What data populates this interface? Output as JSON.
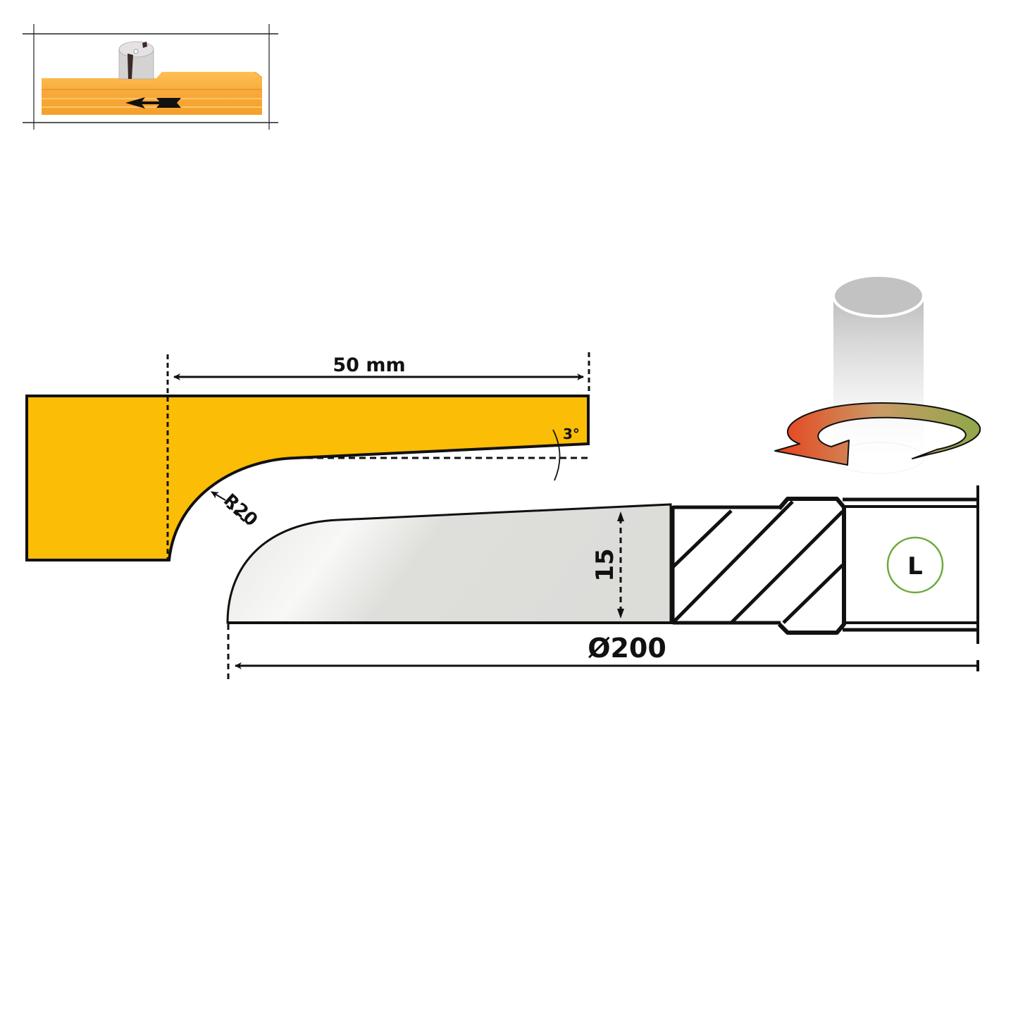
{
  "thumbnail": {
    "description": "router cutter on orange workpiece with feed-direction arrow",
    "colors": {
      "wood": "#f5a623",
      "wood_light": "#ffb84a",
      "cutter": "#d9d6d6",
      "arrow": "#111111"
    }
  },
  "profile": {
    "width_label": "50 mm",
    "angle_label": "3°",
    "radius_label": "R20",
    "fill_color": "#fbbd06"
  },
  "cutter": {
    "height_label": "15",
    "diameter_label": "Ø200",
    "rotation_label": "L",
    "blade_color": "#e4e4e2",
    "rotation_circle_color": "#6aaa3a"
  },
  "rotation_icon": {
    "colors": {
      "start": "#e8401c",
      "end": "#8fa84a",
      "cylinder": "#cfcfcf"
    }
  }
}
